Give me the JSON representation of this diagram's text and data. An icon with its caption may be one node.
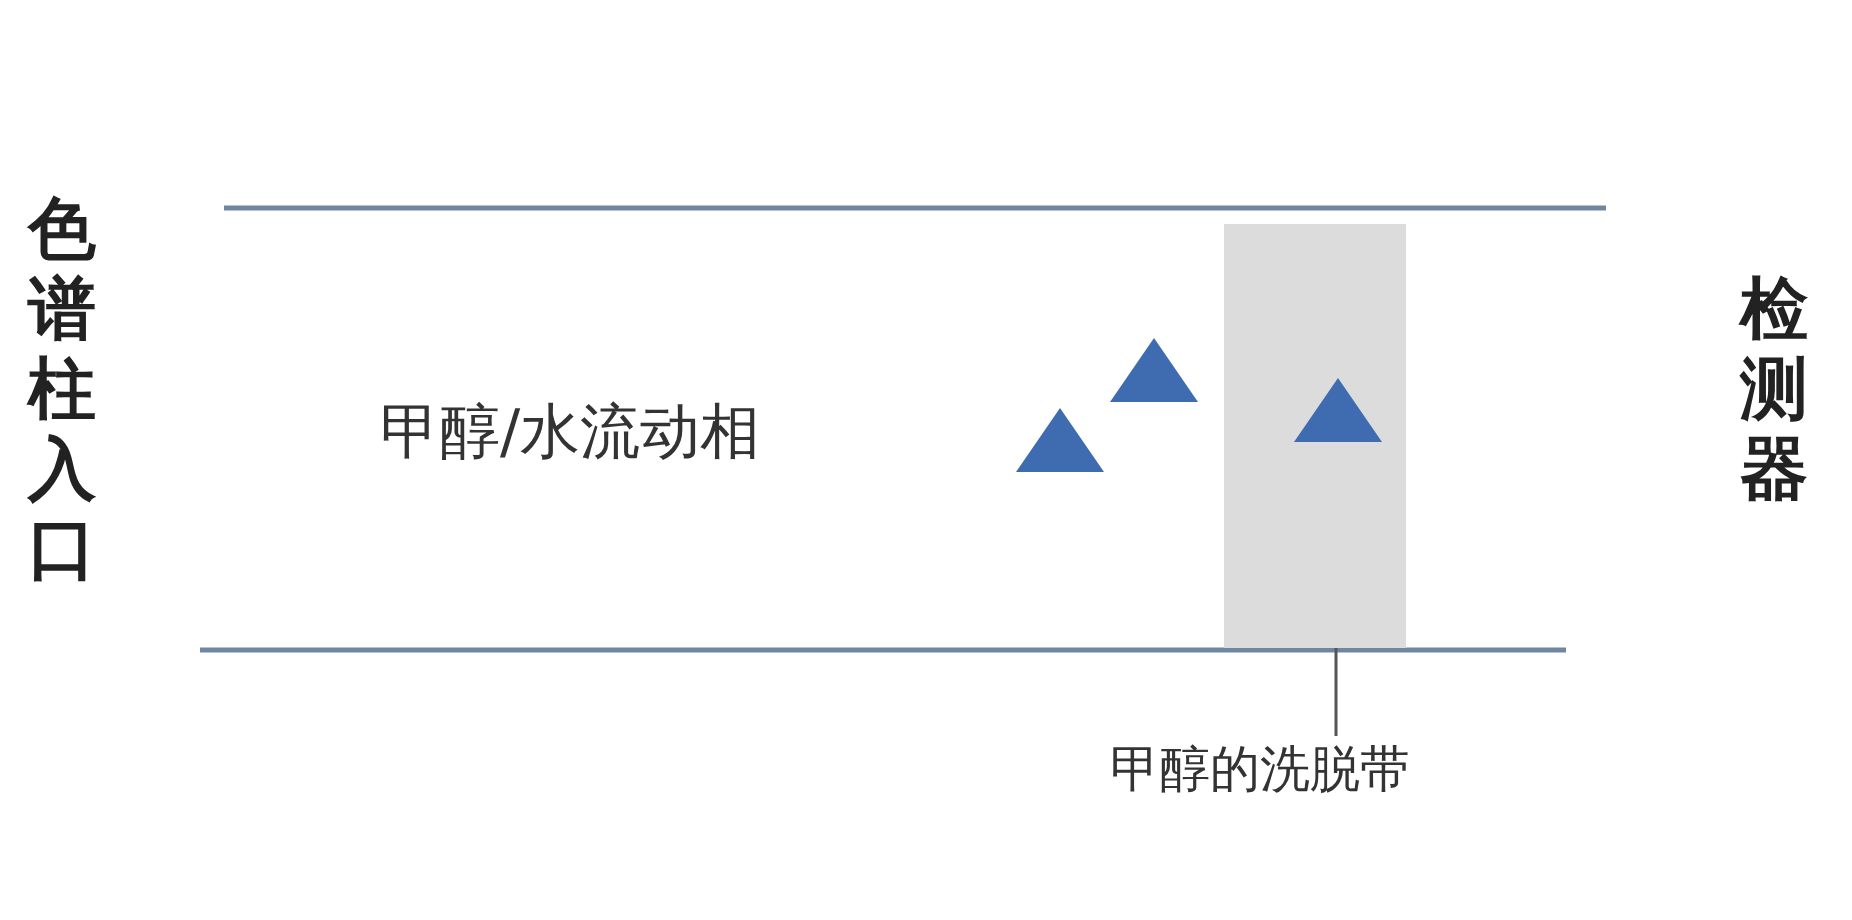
{
  "diagram": {
    "nodes": [
      {
        "text": [
          "甲醇的洗脱带"
        ]
      },
      {
        "text": [],
        "shape": "box"
      }
    ],
    "edges": [
      {
        "from": 0,
        "to": 1,
        "arrow": "none"
      }
    ],
    "labels": [
      "色谱柱入口",
      "甲醇/水流动相",
      "检测器"
    ]
  }
}
